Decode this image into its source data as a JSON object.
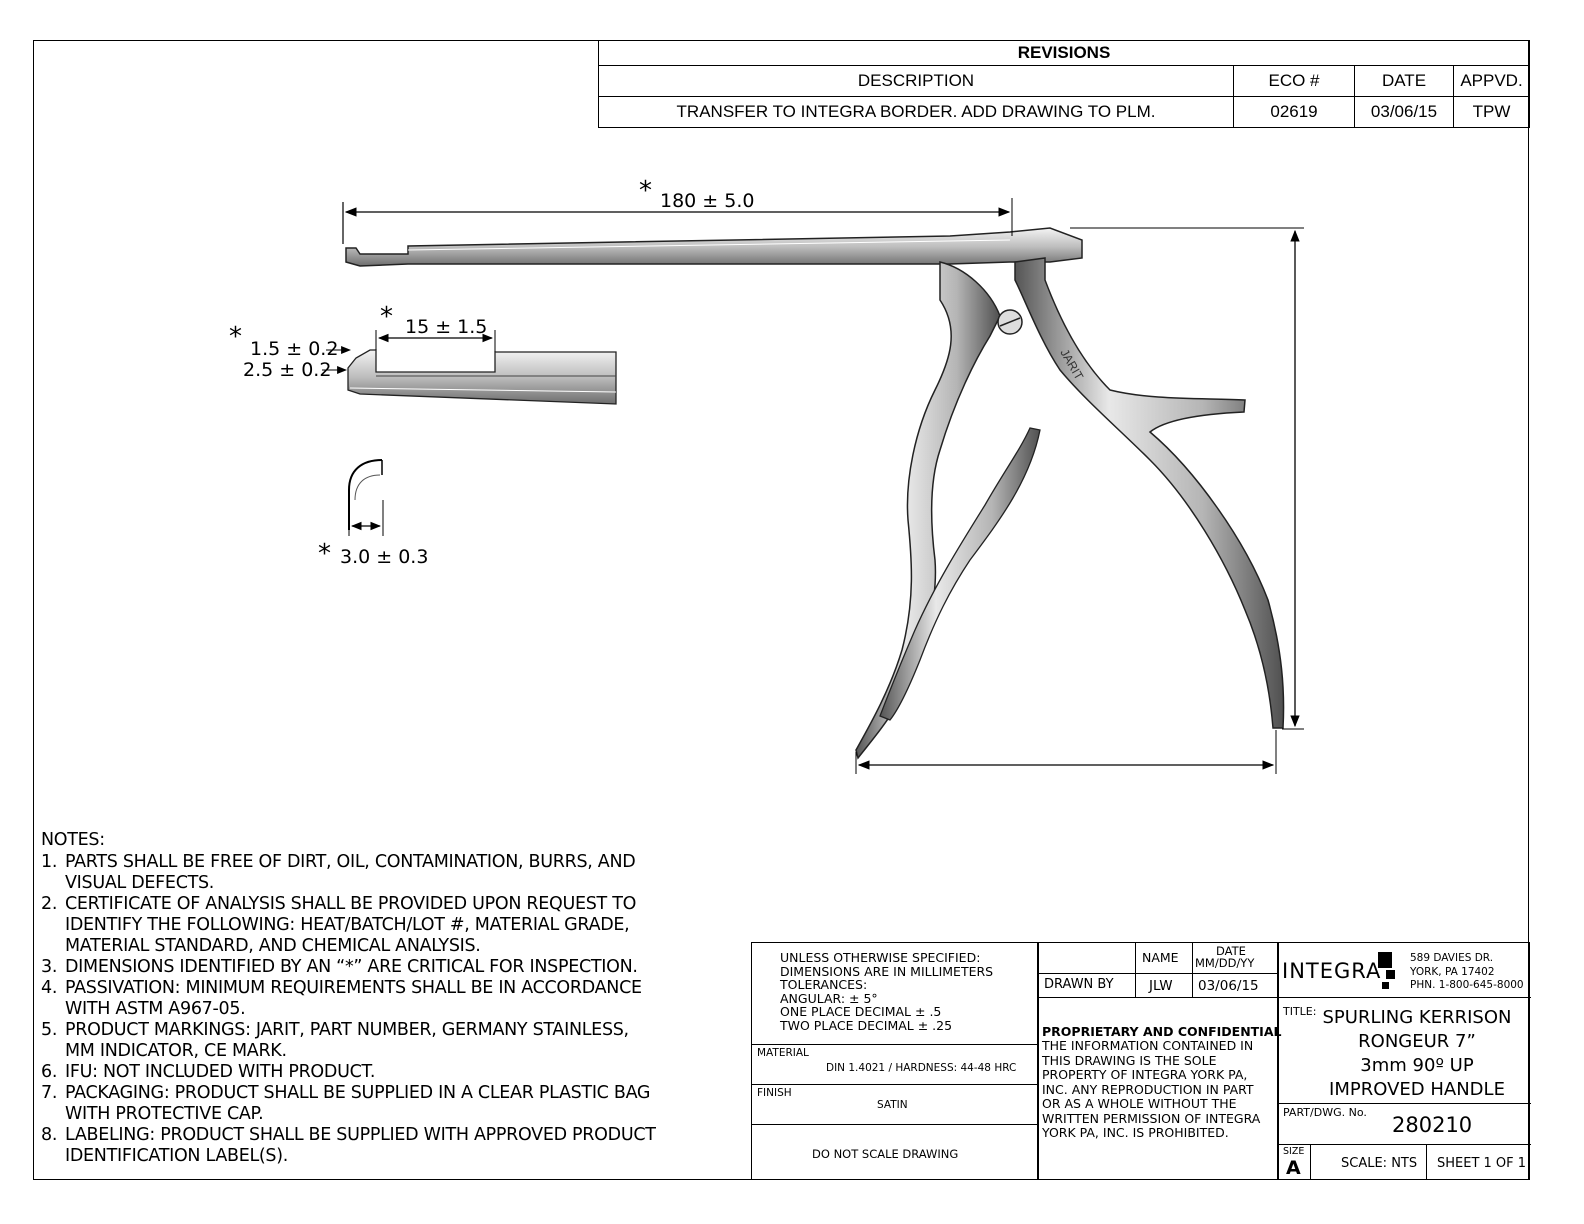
{
  "revisions": {
    "title": "REVISIONS",
    "headers": {
      "description": "DESCRIPTION",
      "eco": "ECO #",
      "date": "DATE",
      "appvd": "APPVD."
    },
    "row": {
      "description": "TRANSFER TO INTEGRA BORDER. ADD DRAWING TO PLM.",
      "eco": "02619",
      "date": "03/06/15",
      "appvd": "TPW"
    }
  },
  "dimensions": {
    "length": "180 ± 5.0",
    "tip_length": "15 ± 1.5",
    "thickness_a": "1.5 ± 0.2",
    "thickness_b": "2.5 ± 0.2",
    "bite": "3.0 ± 0.3",
    "critical_marker": "*",
    "instrument_marking": "JARIT"
  },
  "notes": {
    "title": "NOTES:",
    "items": [
      {
        "num": "1.",
        "lines": [
          "PARTS SHALL BE FREE OF DIRT, OIL, CONTAMINATION, BURRS, AND",
          "VISUAL DEFECTS."
        ]
      },
      {
        "num": "2.",
        "lines": [
          "CERTIFICATE OF ANALYSIS SHALL BE PROVIDED UPON REQUEST TO",
          "IDENTIFY THE FOLLOWING: HEAT/BATCH/LOT #, MATERIAL GRADE,",
          "MATERIAL STANDARD, AND CHEMICAL ANALYSIS."
        ]
      },
      {
        "num": "3.",
        "lines": [
          "DIMENSIONS IDENTIFIED BY AN “*” ARE CRITICAL FOR INSPECTION."
        ]
      },
      {
        "num": "4.",
        "lines": [
          "PASSIVATION: MINIMUM REQUIREMENTS SHALL BE IN ACCORDANCE",
          "WITH ASTM A967-05."
        ]
      },
      {
        "num": "5.",
        "lines": [
          "PRODUCT MARKINGS: JARIT, PART NUMBER, GERMANY STAINLESS,",
          "MM INDICATOR, CE MARK."
        ]
      },
      {
        "num": "6.",
        "lines": [
          "IFU: NOT INCLUDED WITH PRODUCT."
        ]
      },
      {
        "num": "7.",
        "lines": [
          "PACKAGING: PRODUCT SHALL BE SUPPLIED IN A CLEAR PLASTIC BAG",
          "WITH PROTECTIVE CAP."
        ]
      },
      {
        "num": "8.",
        "lines": [
          "LABELING: PRODUCT SHALL BE SUPPLIED WITH APPROVED PRODUCT",
          "IDENTIFICATION LABEL(S)."
        ]
      }
    ]
  },
  "title_block": {
    "tolerances": [
      "UNLESS OTHERWISE SPECIFIED:",
      "DIMENSIONS ARE IN MILLIMETERS",
      "TOLERANCES:",
      "ANGULAR: ± 5°",
      "ONE PLACE DECIMAL ± .5",
      "TWO PLACE DECIMAL ± .25"
    ],
    "material_label": "MATERIAL",
    "material_value": "DIN 1.4021 / HARDNESS: 44-48 HRC",
    "finish_label": "FINISH",
    "finish_value": "SATIN",
    "do_not_scale": "DO NOT SCALE DRAWING",
    "name_header": "NAME",
    "date_header_1": "DATE",
    "date_header_2": "MM/DD/YY",
    "drawn_by_label": "DRAWN BY",
    "drawn_by_name": "JLW",
    "drawn_by_date": "03/06/15",
    "proprietary_title": "PROPRIETARY AND CONFIDENTIAL",
    "proprietary_text": [
      "THE INFORMATION CONTAINED IN",
      "THIS DRAWING IS THE SOLE",
      "PROPERTY OF INTEGRA YORK PA,",
      "INC.  ANY REPRODUCTION IN PART",
      "OR AS A WHOLE WITHOUT THE",
      "WRITTEN PERMISSION OF INTEGRA",
      "YORK PA, INC. IS PROHIBITED."
    ],
    "company": "INTEGRA",
    "address": [
      "589 DAVIES DR.",
      "YORK, PA 17402",
      "PHN. 1-800-645-8000"
    ],
    "title_label": "TITLE:",
    "title_lines": [
      "SPURLING KERRISON",
      "RONGEUR 7”",
      "3mm 90º UP",
      "IMPROVED HANDLE"
    ],
    "part_label": "PART/DWG. No.",
    "part_number": "280210",
    "size_label": "SIZE",
    "size_value": "A",
    "scale": "SCALE: NTS",
    "sheet": "SHEET 1 OF 1"
  }
}
